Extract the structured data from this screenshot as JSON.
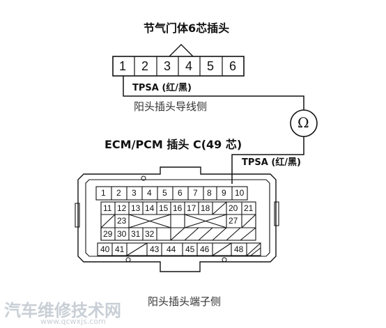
{
  "upper_connector": {
    "title": "节气门体6芯插头",
    "pins": [
      "1",
      "2",
      "3",
      "4",
      "5",
      "6"
    ],
    "wire_label": "TPSA (红/黑)",
    "view_caption": "阳头插头导线侧"
  },
  "meter": {
    "symbol": "Ω"
  },
  "ecm_connector": {
    "title": "ECM/PCM 插头 C(49 芯)",
    "wire_label": "TPSA (红/黑)",
    "view_caption": "阳头插头端子侧",
    "row1": [
      "1",
      "2",
      "3",
      "4",
      "5",
      "6",
      "7",
      "8",
      "9",
      "10"
    ],
    "row2": [
      "11",
      "12",
      "13",
      "14",
      "15",
      "16",
      "17",
      "18",
      "",
      "20",
      "21"
    ],
    "row3": [
      "",
      "23",
      "",
      "",
      "",
      "",
      "",
      "",
      "",
      "27",
      ""
    ],
    "row4": [
      "",
      "29",
      "30",
      "31",
      "32",
      "",
      "",
      "",
      "",
      "",
      ""
    ],
    "row5": [
      "40",
      "41",
      "",
      "43",
      "44",
      "45",
      "46",
      "",
      "48"
    ]
  },
  "watermark": {
    "text": "汽车维修技术网",
    "url": "www.qcwxjs.com"
  }
}
